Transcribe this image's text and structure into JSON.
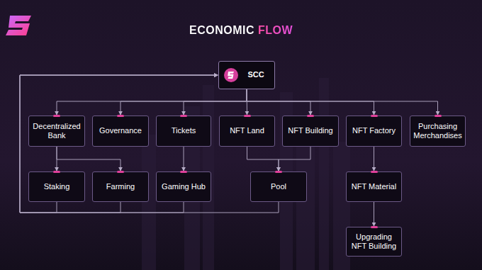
{
  "diagram": {
    "title": "ECONOMIC FLOW",
    "nodes": [
      {
        "text": [
          "SCC"
        ]
      },
      {
        "text": [
          "Decentralized Bank"
        ]
      },
      {
        "text": [
          "Governance"
        ]
      },
      {
        "text": [
          "Tickets"
        ]
      },
      {
        "text": [
          "NFT Land"
        ]
      },
      {
        "text": [
          "NFT Building"
        ]
      },
      {
        "text": [
          "NFT Factory"
        ]
      },
      {
        "text": [
          "Purchasing Merchandises"
        ]
      },
      {
        "text": [
          "Staking"
        ]
      },
      {
        "text": [
          "Farming"
        ]
      },
      {
        "text": [
          "Gaming Hub"
        ]
      },
      {
        "text": [
          "Pool"
        ]
      },
      {
        "text": [
          "NFT Material"
        ]
      },
      {
        "text": [
          "Upgrading NFT Building"
        ]
      }
    ],
    "edges": [
      {
        "from": 0,
        "to": 1,
        "arrow": "to"
      },
      {
        "from": 0,
        "to": 2,
        "arrow": "to"
      },
      {
        "from": 0,
        "to": 3,
        "arrow": "to"
      },
      {
        "from": 0,
        "to": 4,
        "arrow": "to"
      },
      {
        "from": 0,
        "to": 5,
        "arrow": "to"
      },
      {
        "from": 0,
        "to": 6,
        "arrow": "to"
      },
      {
        "from": 0,
        "to": 7,
        "arrow": "to"
      },
      {
        "from": 1,
        "to": 8,
        "arrow": "to"
      },
      {
        "from": 1,
        "to": 9,
        "arrow": "to"
      },
      {
        "from": 3,
        "to": 10,
        "arrow": "to"
      },
      {
        "from": 4,
        "to": 11,
        "arrow": "to"
      },
      {
        "from": 5,
        "to": 11,
        "arrow": "to"
      },
      {
        "from": 6,
        "to": 12,
        "arrow": "to"
      },
      {
        "from": 12,
        "to": 13,
        "arrow": "to"
      },
      {
        "from": 8,
        "to": 0,
        "arrow": "to"
      },
      {
        "from": 9,
        "to": 0,
        "arrow": "to"
      },
      {
        "from": 10,
        "to": 0,
        "arrow": "to"
      },
      {
        "from": 11,
        "to": 0,
        "arrow": "to"
      }
    ]
  }
}
